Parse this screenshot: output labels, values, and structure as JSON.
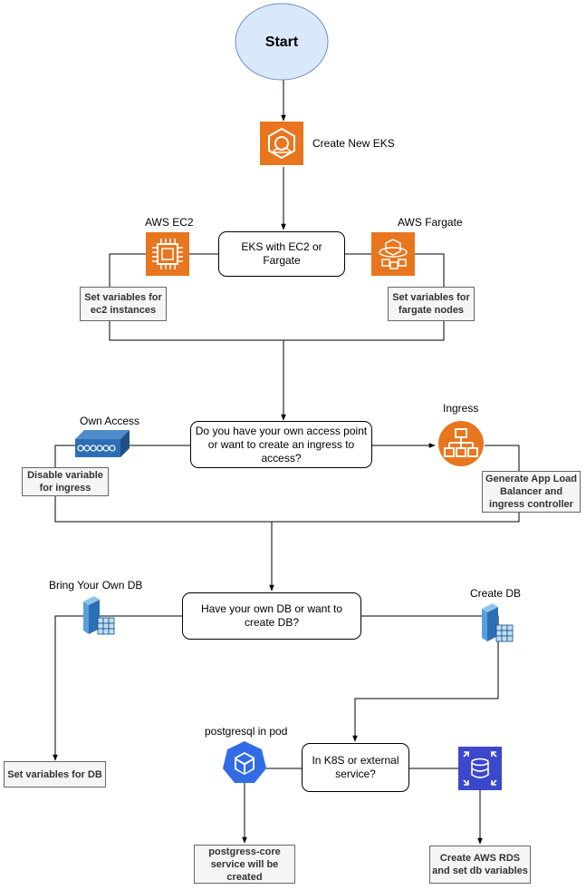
{
  "start": "Start",
  "create_eks": "Create New EKS",
  "eks_choice": "EKS with EC2 or Fargate",
  "aws_ec2": "AWS EC2",
  "aws_fargate": "AWS Fargate",
  "ec2_vars": "Set variables for ec2 instances",
  "fargate_vars": "Set variables for fargate nodes",
  "access_question": "Do you have your own access point or want to create an ingress to access?",
  "own_access": "Own Access",
  "ingress": "Ingress",
  "disable_ingress": "Disable variable for ingress",
  "gen_alb": "Generate App Load Balancer and ingress controller",
  "db_question": "Have your own DB or want to create DB?",
  "byo_db": "Bring Your Own DB",
  "create_db": "Create DB",
  "db_vars": "Set variables for DB",
  "k8s_question": "In K8S or external service?",
  "pg_pod": "postgresql in pod",
  "pg_core": "postgress-core service will be created",
  "rds": "Create AWS RDS and set db variables",
  "colors": {
    "aws_orange": "#e8761e",
    "start_fill": "#dae8fc",
    "start_stroke": "#6c8ebf",
    "k8s_blue": "#326ce5",
    "rds_blue": "#3b48cc"
  }
}
